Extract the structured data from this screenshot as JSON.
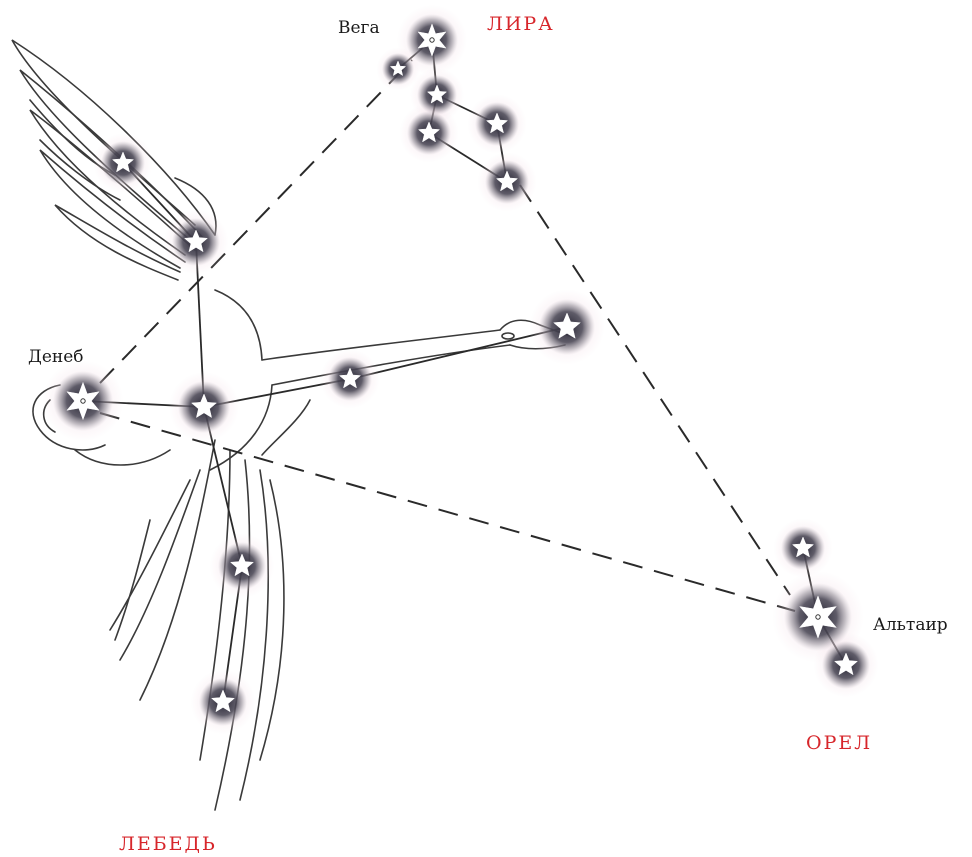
{
  "stars": {
    "vega": "Вега",
    "deneb": "Денеб",
    "altair": "Альтаир"
  },
  "constellations": {
    "lyra": "ЛИРА",
    "cygnus": "ЛЕБЕДЬ",
    "aquila": "ОРЕЛ"
  },
  "colors": {
    "constellation_label": "#d7262b",
    "star_label": "#1a1a1a",
    "line": "#2a2a2a",
    "star_glow": "#1c1c2a",
    "star_halo": "#f3dde6"
  }
}
